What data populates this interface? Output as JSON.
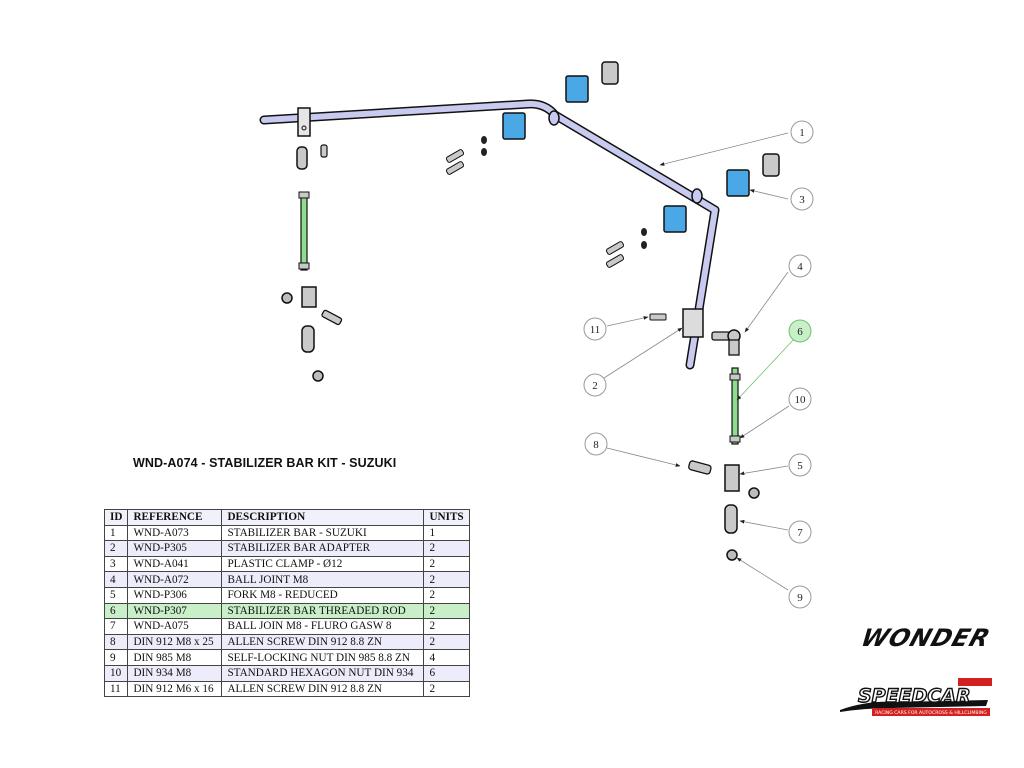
{
  "kit_title": "WND-A074 - STABILIZER BAR KIT - SUZUKI",
  "table": {
    "headers": [
      "ID",
      "REFERENCE",
      "DESCRIPTION",
      "UNITS"
    ],
    "highlight_color": "#c9efc9",
    "alt_row_color": "#ececfa",
    "rows": [
      {
        "id": "1",
        "reference": "WND-A073",
        "description": "STABILIZER BAR - SUZUKI",
        "units": "1"
      },
      {
        "id": "2",
        "reference": "WND-P305",
        "description": "STABILIZER BAR ADAPTER",
        "units": "2"
      },
      {
        "id": "3",
        "reference": "WND-A041",
        "description": "PLASTIC CLAMP - Ø12",
        "units": "2"
      },
      {
        "id": "4",
        "reference": "WND-A072",
        "description": "BALL JOINT M8",
        "units": "2"
      },
      {
        "id": "5",
        "reference": "WND-P306",
        "description": "FORK M8 - REDUCED",
        "units": "2"
      },
      {
        "id": "6",
        "reference": "WND-P307",
        "description": "STABILIZER BAR THREADED ROD",
        "units": "2",
        "highlighted": true
      },
      {
        "id": "7",
        "reference": "WND-A075",
        "description": "BALL JOIN M8 - FLURO GASW 8",
        "units": "2"
      },
      {
        "id": "8",
        "reference": "DIN 912 M8 x 25",
        "description": "ALLEN SCREW DIN 912 8.8 ZN",
        "units": "2"
      },
      {
        "id": "9",
        "reference": "DIN 985 M8",
        "description": "SELF-LOCKING NUT DIN 985 8.8 ZN",
        "units": "4"
      },
      {
        "id": "10",
        "reference": "DIN 934 M8",
        "description": "STANDARD HEXAGON NUT DIN 934",
        "units": "6"
      },
      {
        "id": "11",
        "reference": "DIN 912 M6 x 16",
        "description": "ALLEN SCREW DIN 912 8.8 ZN",
        "units": "2"
      }
    ]
  },
  "callouts": [
    {
      "label": "1",
      "highlighted": false
    },
    {
      "label": "2",
      "highlighted": false
    },
    {
      "label": "3",
      "highlighted": false
    },
    {
      "label": "4",
      "highlighted": false
    },
    {
      "label": "5",
      "highlighted": false
    },
    {
      "label": "6",
      "highlighted": true
    },
    {
      "label": "7",
      "highlighted": false
    },
    {
      "label": "8",
      "highlighted": false
    },
    {
      "label": "9",
      "highlighted": false
    },
    {
      "label": "10",
      "highlighted": false
    },
    {
      "label": "11",
      "highlighted": false
    }
  ],
  "colors": {
    "bar": "#c8cbef",
    "clamp": "#4aa8e6",
    "rod": "#8fdc8f",
    "metal": "#c9c9c9",
    "callout_highlight": "#c9efc9",
    "callout_highlight_stroke": "#6cc36c"
  },
  "logos": {
    "wonder": "WONDER",
    "speedcar": "SPEEDCAR",
    "speedcar_tagline": "RACING CARS FOR AUTOCROSS & HILLCLIMBING"
  }
}
